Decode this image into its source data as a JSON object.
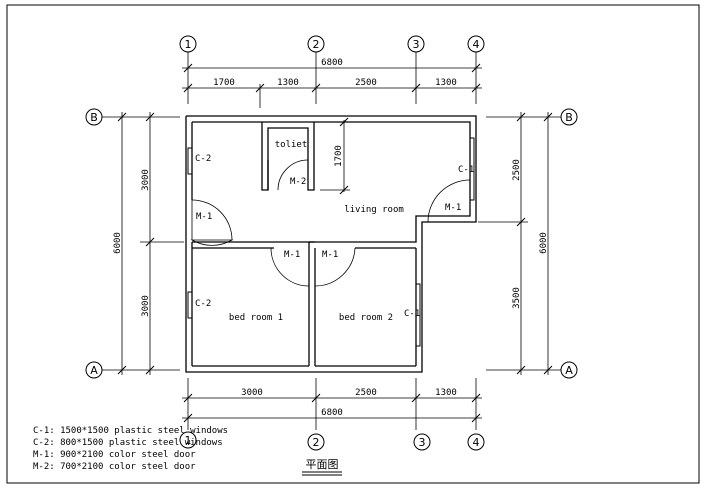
{
  "axes": {
    "top": [
      "1",
      "2",
      "3",
      "4"
    ],
    "bottom": [
      "1",
      "2",
      "3",
      "4"
    ],
    "left": [
      "B",
      "A"
    ],
    "right": [
      "B",
      "A"
    ]
  },
  "dimensions": {
    "top_total": "6800",
    "top_segments": [
      "1700",
      "1300",
      "2500",
      "1300"
    ],
    "bottom_segments": [
      "3000",
      "2500",
      "1300"
    ],
    "bottom_total": "6800",
    "left_total": "6000",
    "left_segments": [
      "3000",
      "3000"
    ],
    "right_total": "6000",
    "right_segments": [
      "2500",
      "3500"
    ],
    "toilet_height": "1700"
  },
  "rooms": {
    "toilet": "toliet",
    "living": "living room",
    "bed1": "bed room 1",
    "bed2": "bed room 2"
  },
  "tags": {
    "c2_upper": "C-2",
    "c1_upper": "C-1",
    "m2": "M-2",
    "m1_living_left": "M-1",
    "m1_living_right": "M-1",
    "m1_bed1": "M-1",
    "m1_bed2": "M-1",
    "c2_lower": "C-2",
    "c1_lower": "C-1"
  },
  "legend": [
    "C-1: 1500*1500 plastic steel windows",
    "C-2: 800*1500 plastic steel windows",
    "M-1: 900*2100 color steel door",
    "M-2: 700*2100 color steel door"
  ],
  "title": "平面图"
}
